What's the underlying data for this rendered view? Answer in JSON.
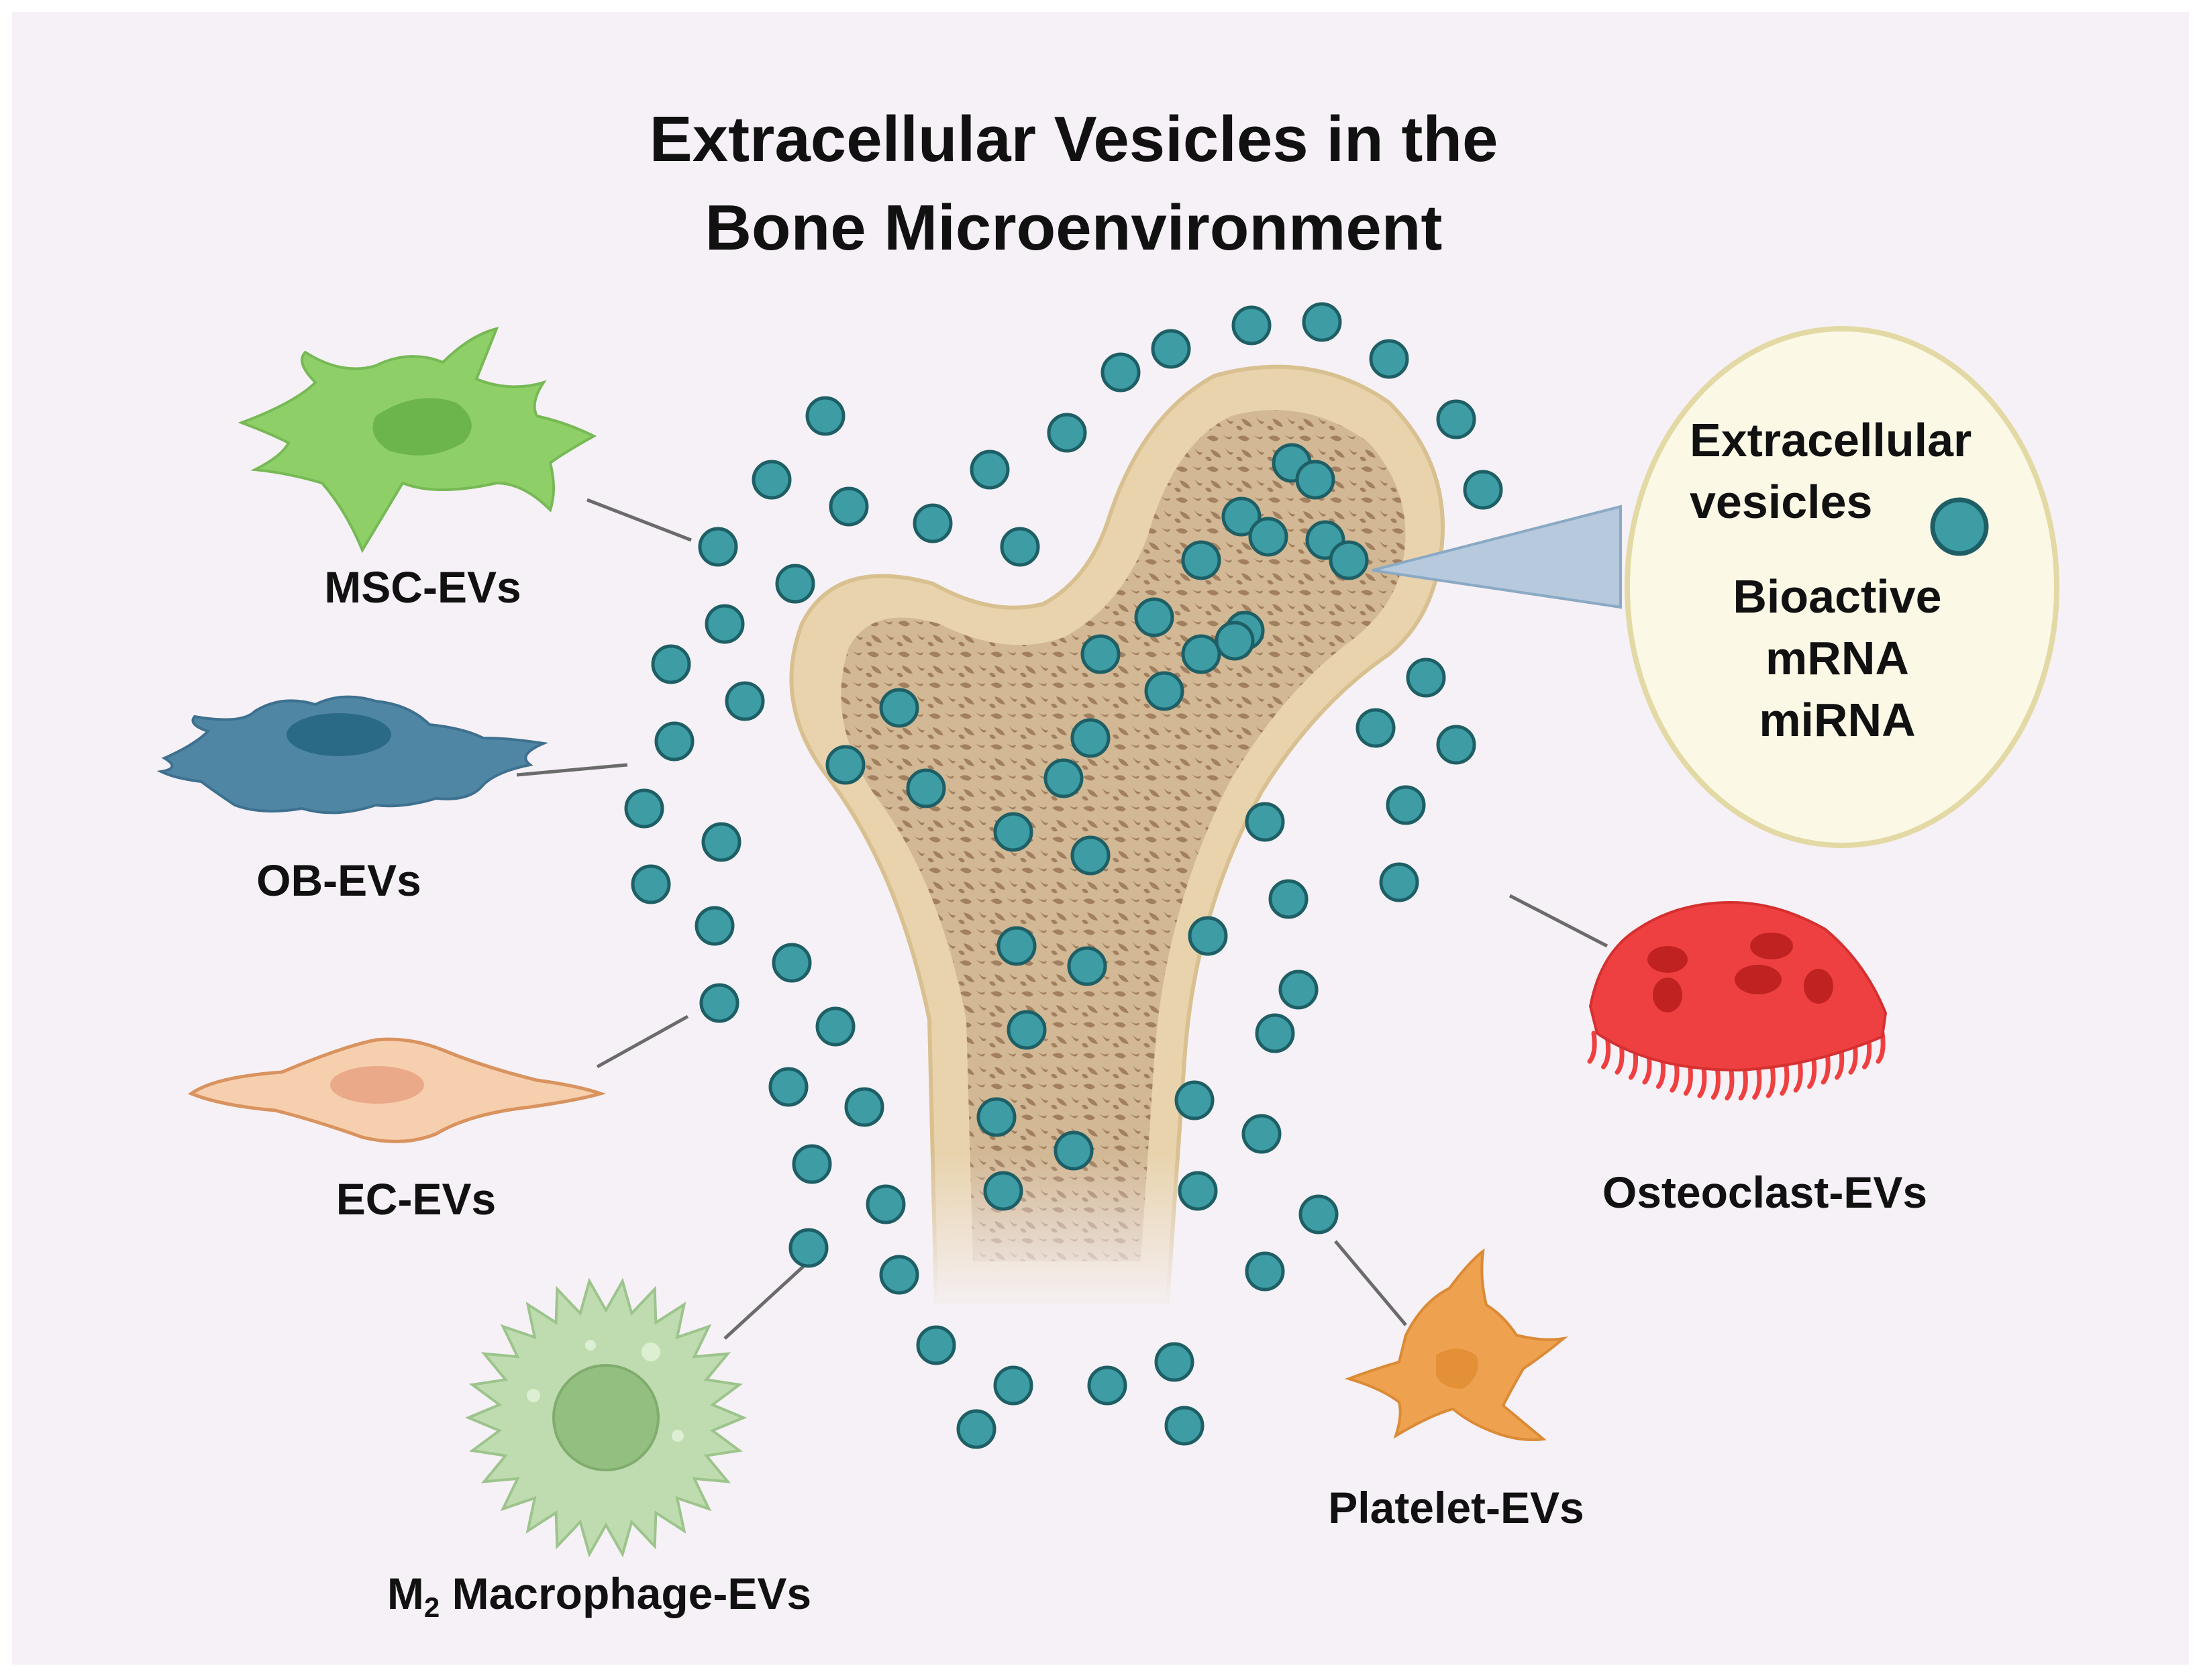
{
  "title_line1": "Extracellular Vesicles in the",
  "title_line2": "Bone Microenvironment",
  "callout": {
    "line1": "Extracellular",
    "line2": "vesicles",
    "items": [
      "Bioactive",
      "mRNA",
      "miRNA"
    ]
  },
  "labels": {
    "msc": "MSC-EVs",
    "ob": "OB-EVs",
    "ec": "EC-EVs",
    "m2_prefix": "M",
    "m2_sub": "2",
    "m2_suffix": " Macrophage-EVs",
    "platelet": "Platelet-EVs",
    "osteoclast": "Osteoclast-EVs"
  },
  "colors": {
    "background": "#f6f1f6",
    "vesicle": "#3d9ca4",
    "vesicle_outline": "#1e5f66",
    "bone": "#e8d3ad",
    "bone_marrow": "#b49072",
    "callout_fill": "#fbf8e6",
    "callout_edge": "#e3d9a5",
    "msc": "#8ecf68",
    "ob": "#4f86a3",
    "ec": "#f6cfae",
    "macrophage": "#bfdcb0",
    "platelet": "#eea24f",
    "osteoclast": "#ee4040"
  }
}
